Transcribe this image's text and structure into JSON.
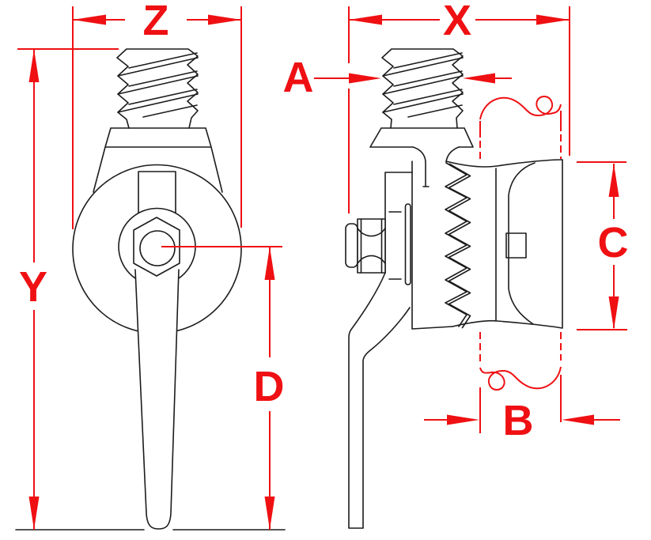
{
  "colors": {
    "line": "#1c1c1c",
    "dimension": "#ef1013",
    "background": "#ffffff"
  },
  "dimensions": {
    "front": [
      {
        "id": "Z",
        "label": "Z"
      },
      {
        "id": "Y",
        "label": "Y"
      },
      {
        "id": "D",
        "label": "D"
      }
    ],
    "side": [
      {
        "id": "X",
        "label": "X"
      },
      {
        "id": "A",
        "label": "A"
      },
      {
        "id": "C",
        "label": "C"
      },
      {
        "id": "B",
        "label": "B"
      }
    ]
  }
}
